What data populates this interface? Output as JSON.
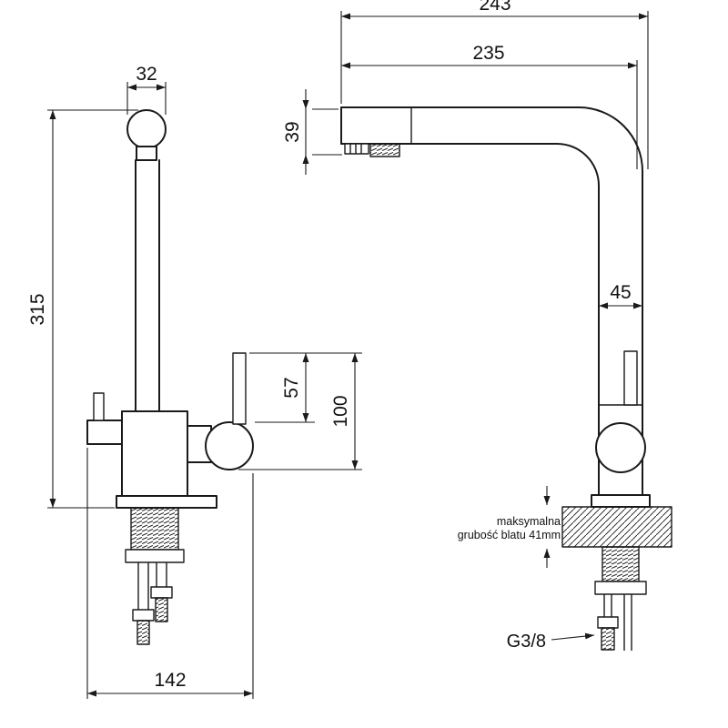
{
  "page": {
    "background": "#ffffff",
    "line_color": "#1a1a1a"
  },
  "front_view": {
    "dims": {
      "top_width": "32",
      "height": "315",
      "lever_height": "57",
      "outlet_height": "100",
      "base_width": "142"
    }
  },
  "side_view": {
    "dims": {
      "overall_depth": "243",
      "spout_reach": "235",
      "spout_height": "39",
      "column_width": "45"
    },
    "labels": {
      "counter_note_line1": "maksymalna",
      "counter_note_line2": "grubość blatu 41mm",
      "thread": "G3/8"
    }
  }
}
